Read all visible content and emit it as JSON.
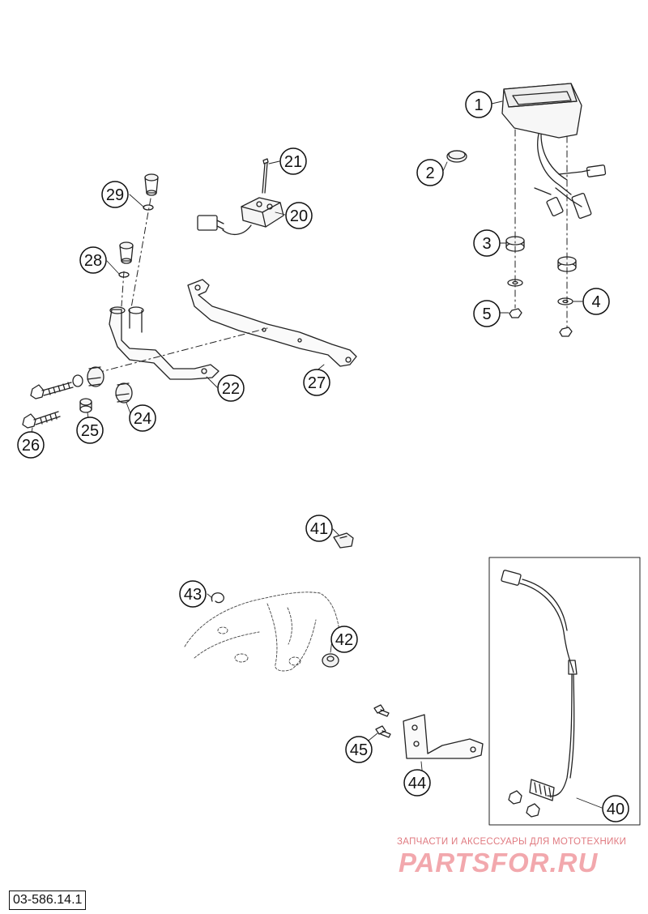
{
  "diagram_code": "03-586.14.1",
  "watermark": {
    "tagline": "ЗАПЧАСТИ И АКСЕССУАРЫ ДЛЯ МОТОТЕХНИКИ",
    "logo": "PARTSFOR.RU"
  },
  "callouts": {
    "c1": "1",
    "c2": "2",
    "c3": "3",
    "c4": "4",
    "c5": "5",
    "c20": "20",
    "c21": "21",
    "c22": "22",
    "c24": "24",
    "c25": "25",
    "c26": "26",
    "c27": "27",
    "c28": "28",
    "c29": "29",
    "c40": "40",
    "c41": "41",
    "c42": "42",
    "c43": "43",
    "c44": "44",
    "c45": "45"
  }
}
